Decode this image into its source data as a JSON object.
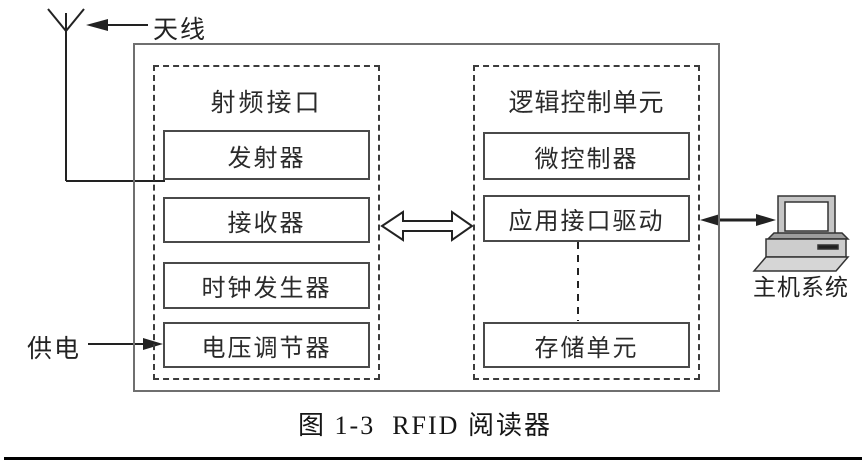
{
  "diagram": {
    "caption": "图 1-3  RFID 阅读器",
    "labels": {
      "antenna": "天线",
      "power": "供电",
      "host": "主机系统"
    },
    "rf": {
      "title": "射频接口",
      "blocks": [
        "发射器",
        "接收器",
        "时钟发生器",
        "电压调节器"
      ]
    },
    "logic": {
      "title": "逻辑控制单元",
      "blocks": [
        "微控制器",
        "应用接口驱动",
        "存储单元"
      ]
    },
    "icons": {
      "antenna": "antenna-symbol",
      "host": "desktop-computer-icon"
    },
    "colors": {
      "line": "#222222",
      "box_border": "#4a4a4a",
      "outer_border": "#6f6f6f",
      "icon_gray": "#c6c6c6"
    }
  }
}
